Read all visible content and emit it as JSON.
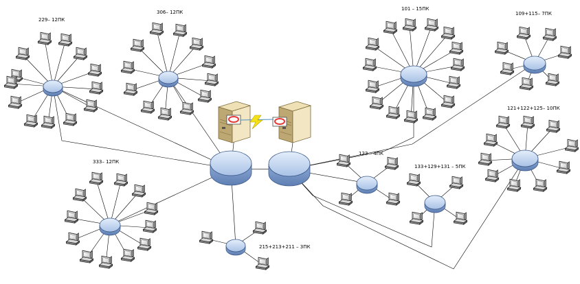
{
  "labels": {
    "g229": "229– 12ПК",
    "g306": "306– 12ПК",
    "g101": "101 – 15ПК",
    "g109": "109+115– 7ПК",
    "g121": "121+122+125– 10ПК",
    "g123": "123 – 4ПК",
    "g133": "133+129+131 – 5ПК",
    "g333": "333– 12ПК",
    "g215": "215+213+211 – 3ПК"
  },
  "colors": {
    "hub_top": "#cfe0f5",
    "hub_side": "#7f9fd0",
    "server_front": "#f3e6c2",
    "server_side": "#bda772",
    "firewall": "#e53935",
    "link_bolt": "#f5e11a"
  },
  "icons": {
    "computer": "computer-icon",
    "hub": "network-hub-icon",
    "server": "server-icon",
    "firewall": "firewall-icon",
    "link": "lightning-link-icon"
  }
}
